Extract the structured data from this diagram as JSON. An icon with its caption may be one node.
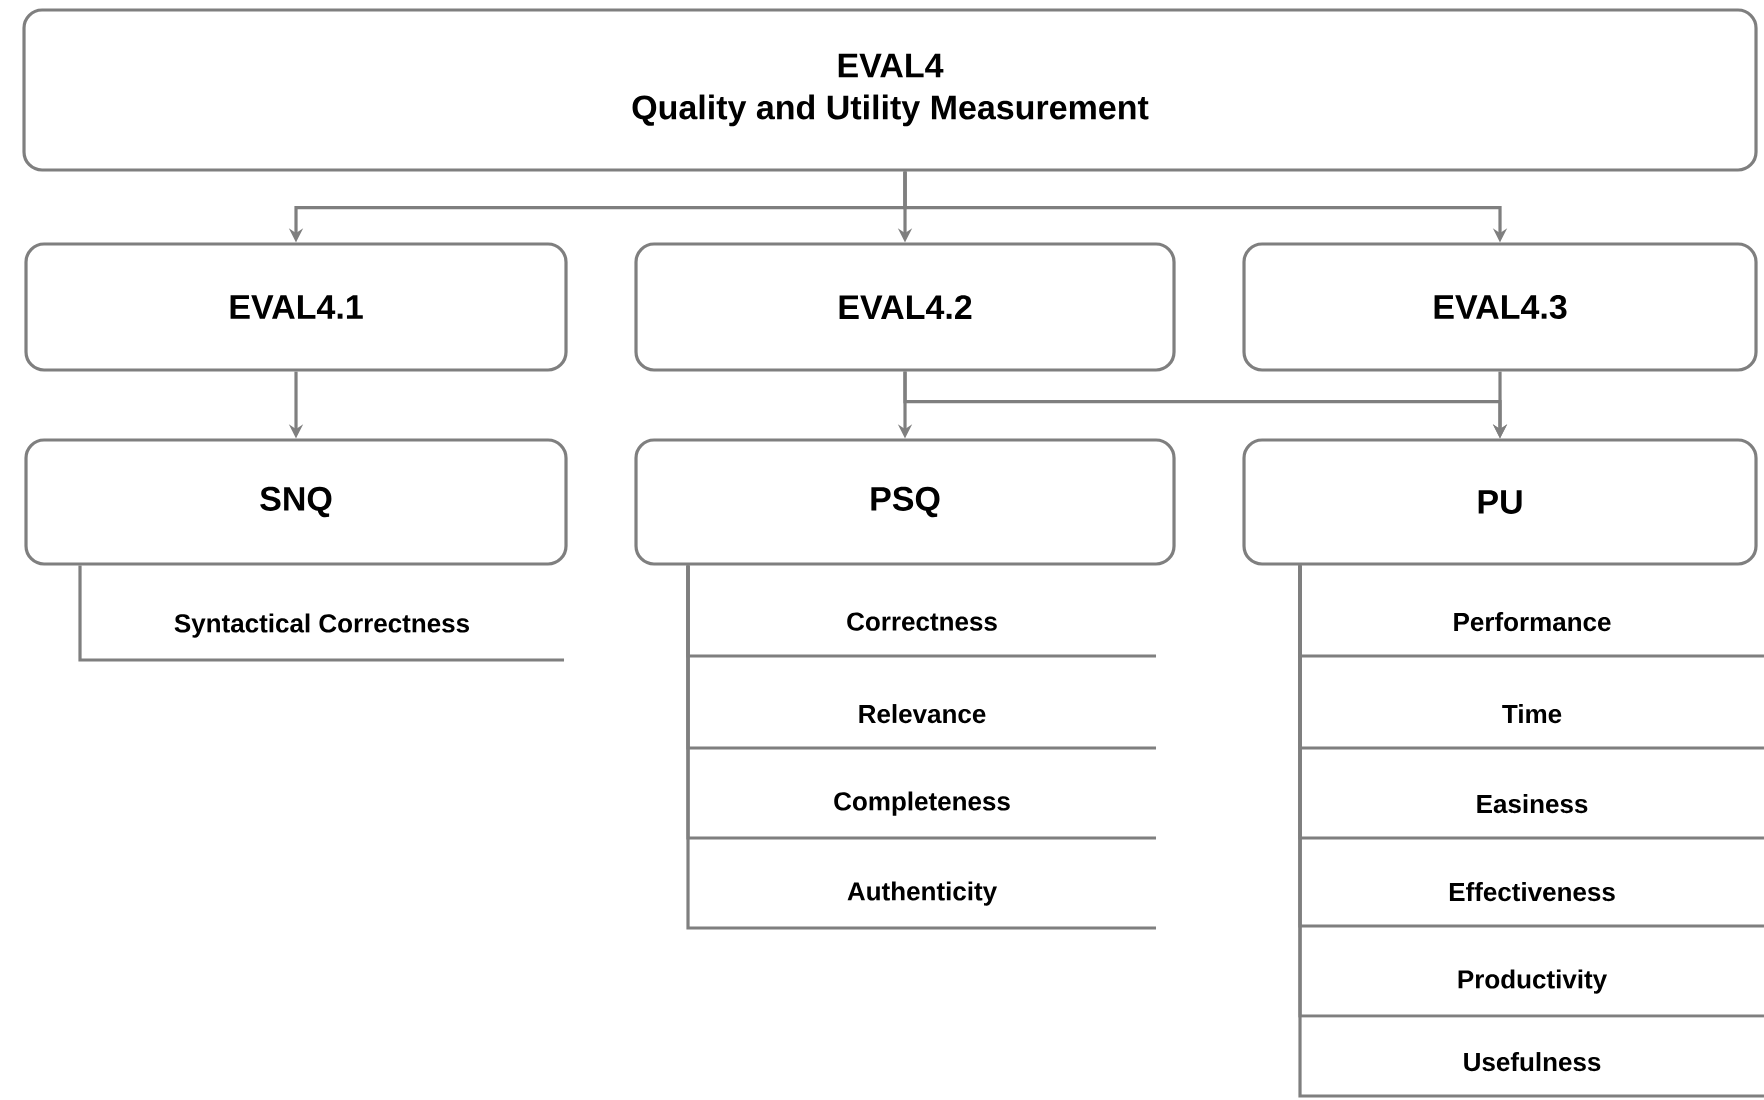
{
  "diagram": {
    "nodes": [
      {
        "text": [
          "EVAL4",
          "Quality and Utility Measurement"
        ]
      },
      {
        "text": [
          "EVAL4.1"
        ]
      },
      {
        "text": [
          "EVAL4.2"
        ]
      },
      {
        "text": [
          "EVAL4.3"
        ]
      },
      {
        "text": [
          "SNQ"
        ]
      },
      {
        "text": [
          "PSQ"
        ]
      },
      {
        "text": [
          "PU"
        ]
      },
      {
        "text": [
          "Syntactical Correctness"
        ]
      },
      {
        "text": [
          "Correctness"
        ]
      },
      {
        "text": [
          "Relevance"
        ]
      },
      {
        "text": [
          "Completeness"
        ]
      },
      {
        "text": [
          "Authenticity"
        ]
      },
      {
        "text": [
          "Performance"
        ]
      },
      {
        "text": [
          "Time"
        ]
      },
      {
        "text": [
          "Easiness"
        ]
      },
      {
        "text": [
          "Effectiveness"
        ]
      },
      {
        "text": [
          "Productivity"
        ]
      },
      {
        "text": [
          "Usefulness"
        ]
      }
    ],
    "edges": [
      {
        "from": 0,
        "to": 1,
        "arrow": "to"
      },
      {
        "from": 0,
        "to": 2,
        "arrow": "to"
      },
      {
        "from": 0,
        "to": 3,
        "arrow": "to"
      },
      {
        "from": 1,
        "to": 4,
        "arrow": "to"
      },
      {
        "from": 2,
        "to": 5,
        "arrow": "to"
      },
      {
        "from": 2,
        "to": 6,
        "arrow": "to"
      },
      {
        "from": 3,
        "to": 6,
        "arrow": "to"
      },
      {
        "from": 4,
        "to": 7,
        "arrow": "none"
      },
      {
        "from": 5,
        "to": 8,
        "arrow": "none"
      },
      {
        "from": 5,
        "to": 9,
        "arrow": "none"
      },
      {
        "from": 5,
        "to": 10,
        "arrow": "none"
      },
      {
        "from": 5,
        "to": 11,
        "arrow": "none"
      },
      {
        "from": 6,
        "to": 12,
        "arrow": "none"
      },
      {
        "from": 6,
        "to": 13,
        "arrow": "none"
      },
      {
        "from": 6,
        "to": 14,
        "arrow": "none"
      },
      {
        "from": 6,
        "to": 15,
        "arrow": "none"
      },
      {
        "from": 6,
        "to": 16,
        "arrow": "none"
      },
      {
        "from": 6,
        "to": 17,
        "arrow": "none"
      }
    ]
  }
}
